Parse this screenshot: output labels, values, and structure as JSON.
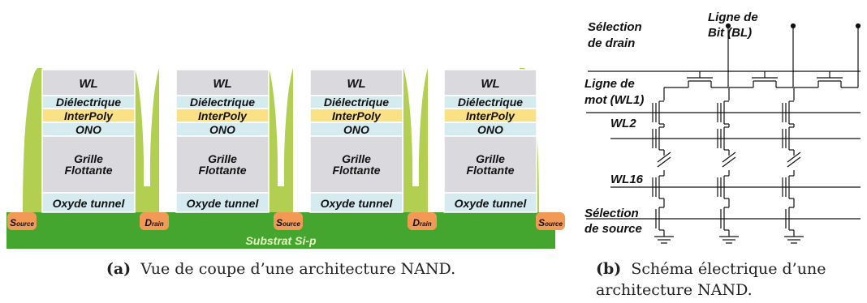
{
  "left_diagram": {
    "cell_layers": {
      "wl": "WL",
      "dielectric": "Diélectrique",
      "interpoly": "InterPoly",
      "ono": "ONO",
      "grille_1": "Grille",
      "grille_2": "Flottante",
      "oxyde": "Oxyde tunnel"
    },
    "source_big": "S",
    "source_small": "ource",
    "drain_big": "D",
    "drain_small": "rain",
    "substrate": "Substrat Si-p",
    "colors": {
      "substrate": "#44a52f",
      "spacer": "#b2cf52",
      "wl": "#dadade",
      "dielectric": "#d6ebef",
      "interpoly": "#fbe186",
      "ono": "#d6ebef",
      "grille": "#dadade",
      "oxyde": "#d6ebef",
      "contact": "#f29a55"
    }
  },
  "right_diagram": {
    "selection_drain_1": "Sélection",
    "selection_drain_2": "de drain",
    "bitline_1": "Ligne de",
    "bitline_2": "Bit (BL)",
    "wordline_1": "Ligne de",
    "wordline_2": "mot (WL1)",
    "wl2": "WL2",
    "wl16": "WL16",
    "selection_source_1": "Sélection",
    "selection_source_2": "de source"
  },
  "captions": {
    "a_label": "(a)",
    "a_text": "Vue de coupe d’une architecture NAND.",
    "b_label": "(b)",
    "b_text_1": "Schéma électrique d’une",
    "b_text_2": "architecture NAND."
  }
}
